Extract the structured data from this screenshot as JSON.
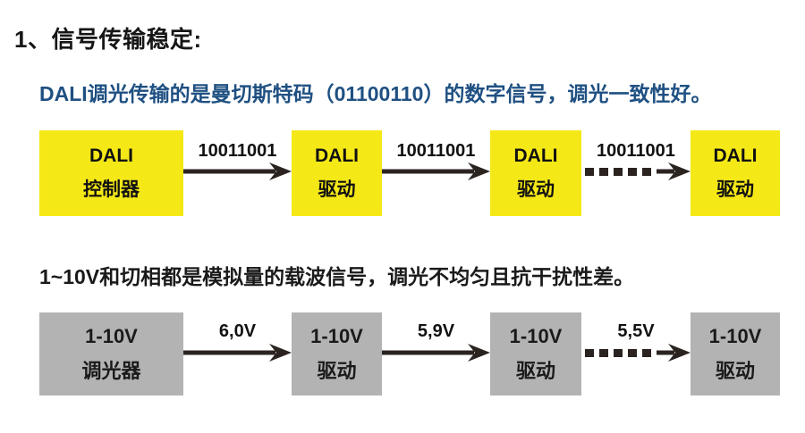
{
  "slide": {
    "heading": "1、信号传输稳定:",
    "background_color": "#ffffff"
  },
  "section_dali": {
    "subtitle": "DALI调光传输的是曼切斯特码（01100110）的数字信号，调光一致性好。",
    "subtitle_color": "#1f5082",
    "box_color": "#F5E817",
    "nodes": [
      {
        "line1": "DALI",
        "line2": "控制器"
      },
      {
        "line1": "DALI",
        "line2": "驱动"
      },
      {
        "line1": "DALI",
        "line2": "驱动"
      },
      {
        "line1": "DALI",
        "line2": "驱动"
      }
    ],
    "arrows": [
      {
        "label": "10011001",
        "style": "solid"
      },
      {
        "label": "10011001",
        "style": "solid"
      },
      {
        "label": "10011001",
        "style": "dashed"
      }
    ]
  },
  "section_analog": {
    "subtitle": "1~10V和切相都是模拟量的载波信号，调光不均匀且抗干扰性差。",
    "subtitle_color": "#1a1a1a",
    "box_color": "#B3B3B3",
    "nodes": [
      {
        "line1": "1-10V",
        "line2": "调光器"
      },
      {
        "line1": "1-10V",
        "line2": "驱动"
      },
      {
        "line1": "1-10V",
        "line2": "驱动"
      },
      {
        "line1": "1-10V",
        "line2": "驱动"
      }
    ],
    "arrows": [
      {
        "label": "6,0V",
        "style": "solid"
      },
      {
        "label": "5,9V",
        "style": "solid"
      },
      {
        "label": "5,5V",
        "style": "dashed"
      }
    ]
  }
}
